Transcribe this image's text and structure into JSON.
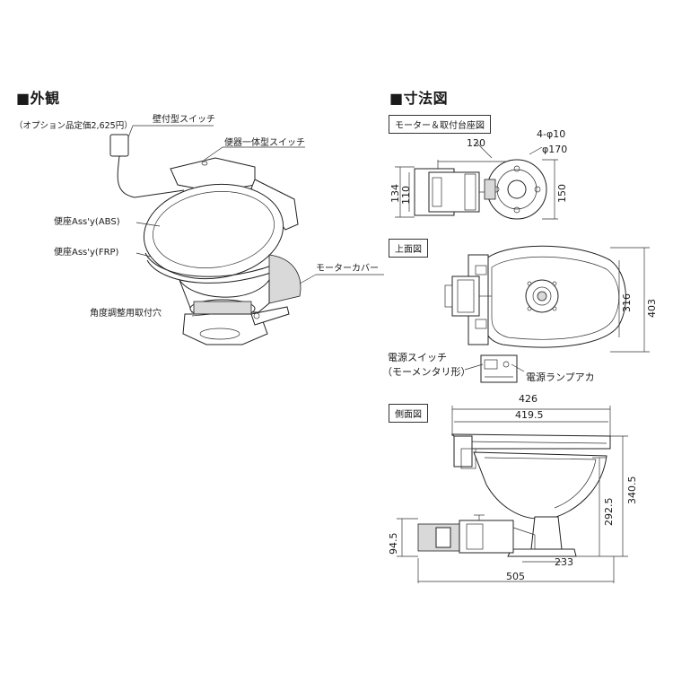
{
  "exterior": {
    "title": "■外観",
    "option_price": "（オプション品定価2,625円）",
    "wall_switch": "壁付型スイッチ",
    "integrated_switch": "便器一体型スイッチ",
    "seat_abs": "便座Ass'y(ABS)",
    "seat_frp": "便座Ass'y(FRP)",
    "motor_cover": "モーターカバー",
    "angle_hole": "角度調整用取付穴"
  },
  "dimensions": {
    "title": "■寸法図",
    "motor_base": {
      "header": "モーター＆取付台座図",
      "dims": [
        "120",
        "4-φ10",
        "φ170",
        "134",
        "110",
        "150"
      ]
    },
    "top_view": {
      "header": "上面図",
      "dims": [
        "316",
        "403"
      ],
      "power_switch": "電源スイッチ",
      "momentary": "（モーメンタリ形）",
      "power_lamp": "電源ランプアカ"
    },
    "side_view": {
      "header": "側面図",
      "dims": [
        "426",
        "419.5",
        "292.5",
        "340.5",
        "94.5",
        "233",
        "505"
      ]
    }
  }
}
